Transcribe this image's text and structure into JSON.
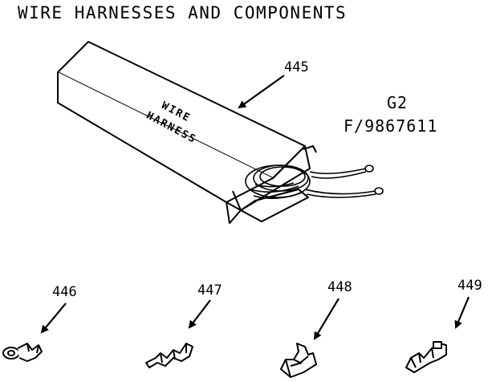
{
  "diagram": {
    "title": "WIRE HARNESSES AND COMPONENTS",
    "model_code": "G2",
    "figure_code": "F/9867611",
    "box_label_line1": "WIRE",
    "box_label_line2": "HARNESS",
    "parts": [
      {
        "number": "445",
        "description": "wire harness box"
      },
      {
        "number": "446",
        "description": "ring terminal"
      },
      {
        "number": "447",
        "description": "splice terminal"
      },
      {
        "number": "448",
        "description": "female spade terminal"
      },
      {
        "number": "449",
        "description": "spade terminal"
      }
    ]
  }
}
